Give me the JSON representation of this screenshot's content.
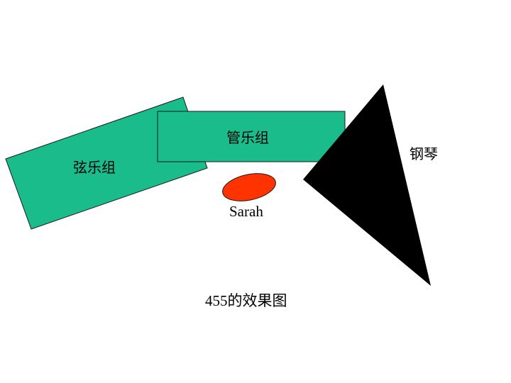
{
  "diagram": {
    "strings_section": {
      "label": "弦乐组",
      "color": "#1ABC8C"
    },
    "winds_section": {
      "label": "管乐组",
      "color": "#1ABC8C"
    },
    "piano": {
      "label": "钢琴",
      "color": "#000000"
    },
    "conductor": {
      "label": "Sarah",
      "color": "#FF3300"
    },
    "caption": "455的效果图"
  }
}
